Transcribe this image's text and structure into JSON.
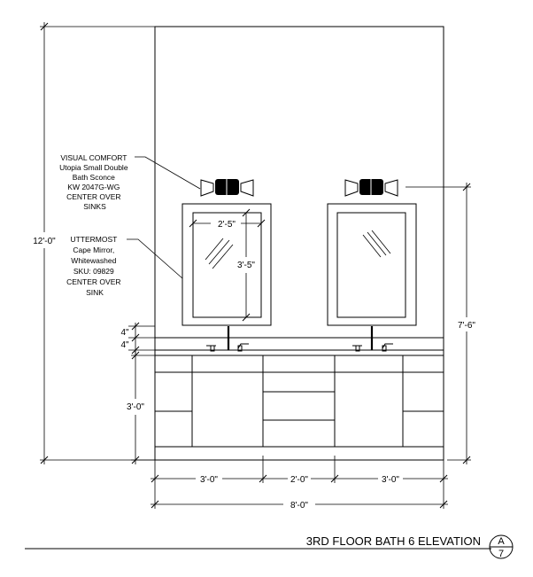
{
  "drawing": {
    "title": "3RD FLOOR BATH 6 ELEVATION",
    "sheet_ref": {
      "top": "A",
      "bottom": "7"
    }
  },
  "notes": {
    "sconce": [
      "VISUAL COMFORT",
      "Utopia Small Double",
      "Bath Sconce",
      "KW 2047G-WG",
      "CENTER OVER",
      "SINKS"
    ],
    "mirror": [
      "UTTERMOST",
      "Cape Mirror,",
      "Whitewashed",
      "SKU: 09829",
      "CENTER OVER",
      "SINK"
    ]
  },
  "dimensions": {
    "overall_height": "12'-0\"",
    "mirror_width": "2'-5\"",
    "mirror_height": "3'-5\"",
    "sconce_height": "7'-6\"",
    "backsplash": "4\"",
    "countertop": "4\"",
    "vanity_height": "3'-0\"",
    "left_section": "3'-0\"",
    "middle_section": "2'-0\"",
    "right_section": "3'-0\"",
    "overall_width": "8'-0\""
  }
}
